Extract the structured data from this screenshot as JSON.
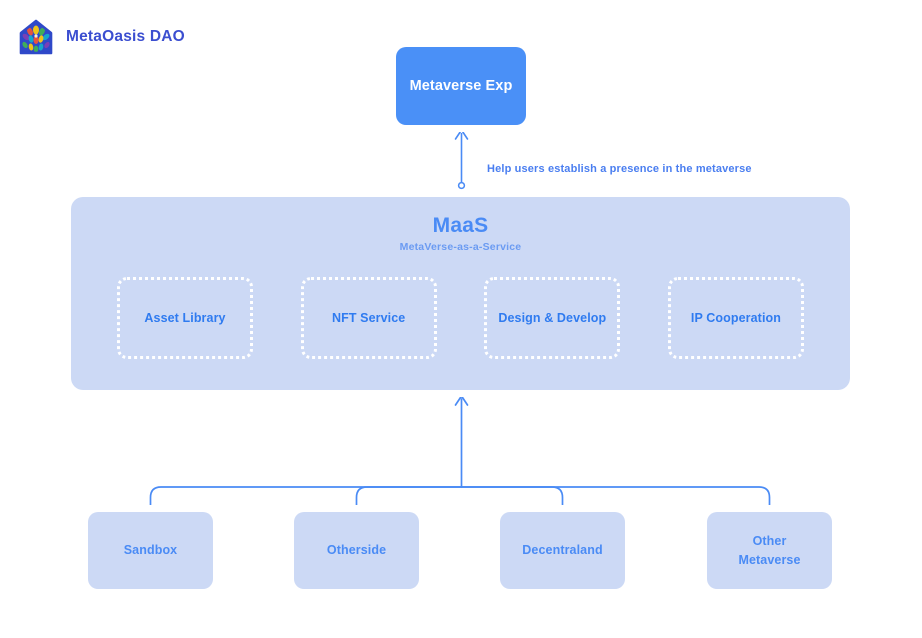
{
  "brand": {
    "name": "MetaOasis DAO",
    "logo_icon": "house-stained-glass-icon",
    "text_color": "#3b4ed0"
  },
  "diagram": {
    "type": "hierarchy",
    "background": "#ffffff",
    "accent": "#4a8bf5",
    "panel_fill": "#ccd9f5",
    "top_node": {
      "label": "Metaverse Exp",
      "fill": "#4a90f7",
      "text_color": "#ffffff"
    },
    "edges": [
      {
        "from": "maas-panel",
        "to": "top-node",
        "label": "Help users establish a presence in the metaverse",
        "style": "circle-to-arrow",
        "color": "#4a8bf5"
      },
      {
        "from": "platform-nodes",
        "to": "maas-panel",
        "label": "",
        "style": "tree-arrow",
        "color": "#4a8bf5"
      }
    ],
    "maas": {
      "title": "MaaS",
      "subtitle": "MetaVerse-as-a-Service",
      "title_color": "#4a8bf5",
      "subtitle_color": "#6b9bf2",
      "services": [
        {
          "label": "Asset Library"
        },
        {
          "label": "NFT Service"
        },
        {
          "label": "Design & Develop"
        },
        {
          "label": "IP Cooperation"
        }
      ]
    },
    "platforms": [
      {
        "label": "Sandbox"
      },
      {
        "label": "Otherside"
      },
      {
        "label": "Decentraland"
      },
      {
        "label": "Other\nMetaverse"
      }
    ]
  }
}
